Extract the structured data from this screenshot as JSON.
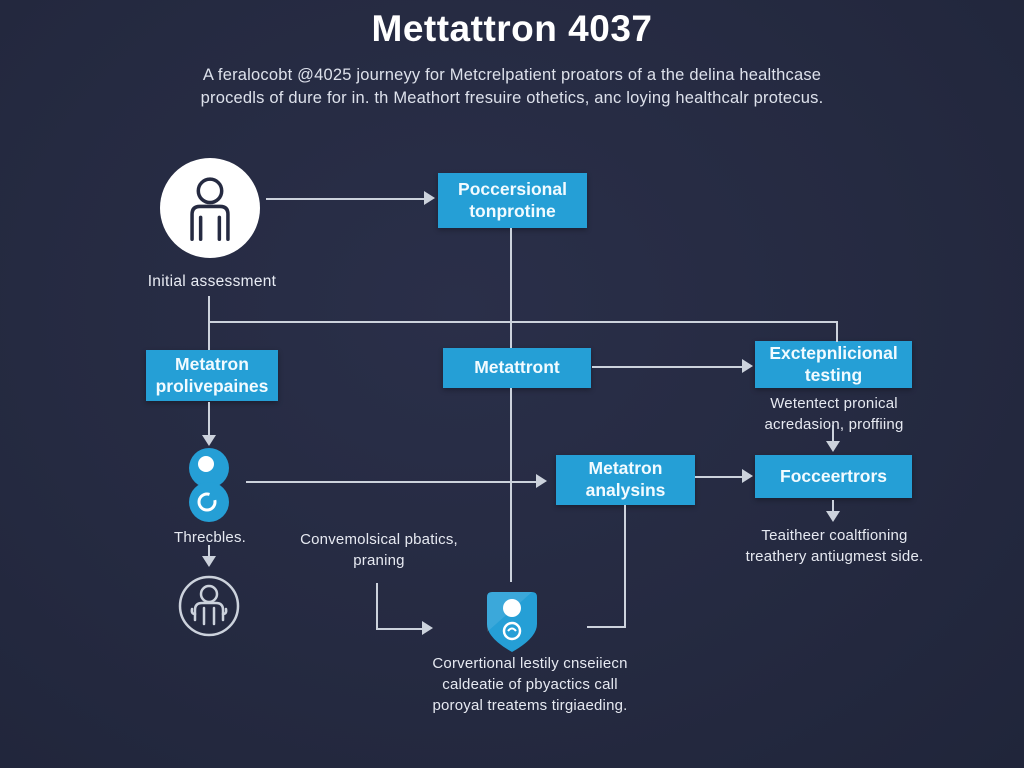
{
  "colors": {
    "background": "#252a41",
    "box_fill": "#259fd6",
    "connector": "#ccd2dc",
    "title_text": "#ffffff",
    "body_text": "#e6e9f1"
  },
  "header": {
    "title": "Mettattron 4037",
    "subtitle1": "A feralocobt @4025 journeyy for Metcrelpatient proators of a the delina healthcase",
    "subtitle2": "procedls of dure for in. th Meathort fresuire othetics, anc loying healthcalr protecus."
  },
  "nodes": {
    "initial_assessment_label": "Initial assessment",
    "poccersional_box": "Poccersional tonprotine",
    "metatron_prolivepaines_box": "Metatron prolivepaines",
    "metattront_box": "Metattront",
    "exctepnlicional_box": "Exctepnlicional testing",
    "exctepnlicional_note": "Wetentect pronical acredasion, proffiing",
    "metatron_analysins_box": "Metatron analysins",
    "focceertrors_box": "Focceertrors",
    "focceertrors_note": "Teaitheer coaltfioning treathery antiugmest side.",
    "threcbles_label": "Threcbles.",
    "convemolsical_label": "Convemolsical pbatics, praning",
    "shield_note": "Corvertional lestily cnseiiecn caldeatie of pbyactics call poroyal treatems tirgiaeding."
  },
  "icons": {
    "patient": "person-icon",
    "profile_pair": "stacked-profile-circles-icon",
    "person_outline": "person-outline-circle-icon",
    "shield": "shield-check-icon"
  }
}
